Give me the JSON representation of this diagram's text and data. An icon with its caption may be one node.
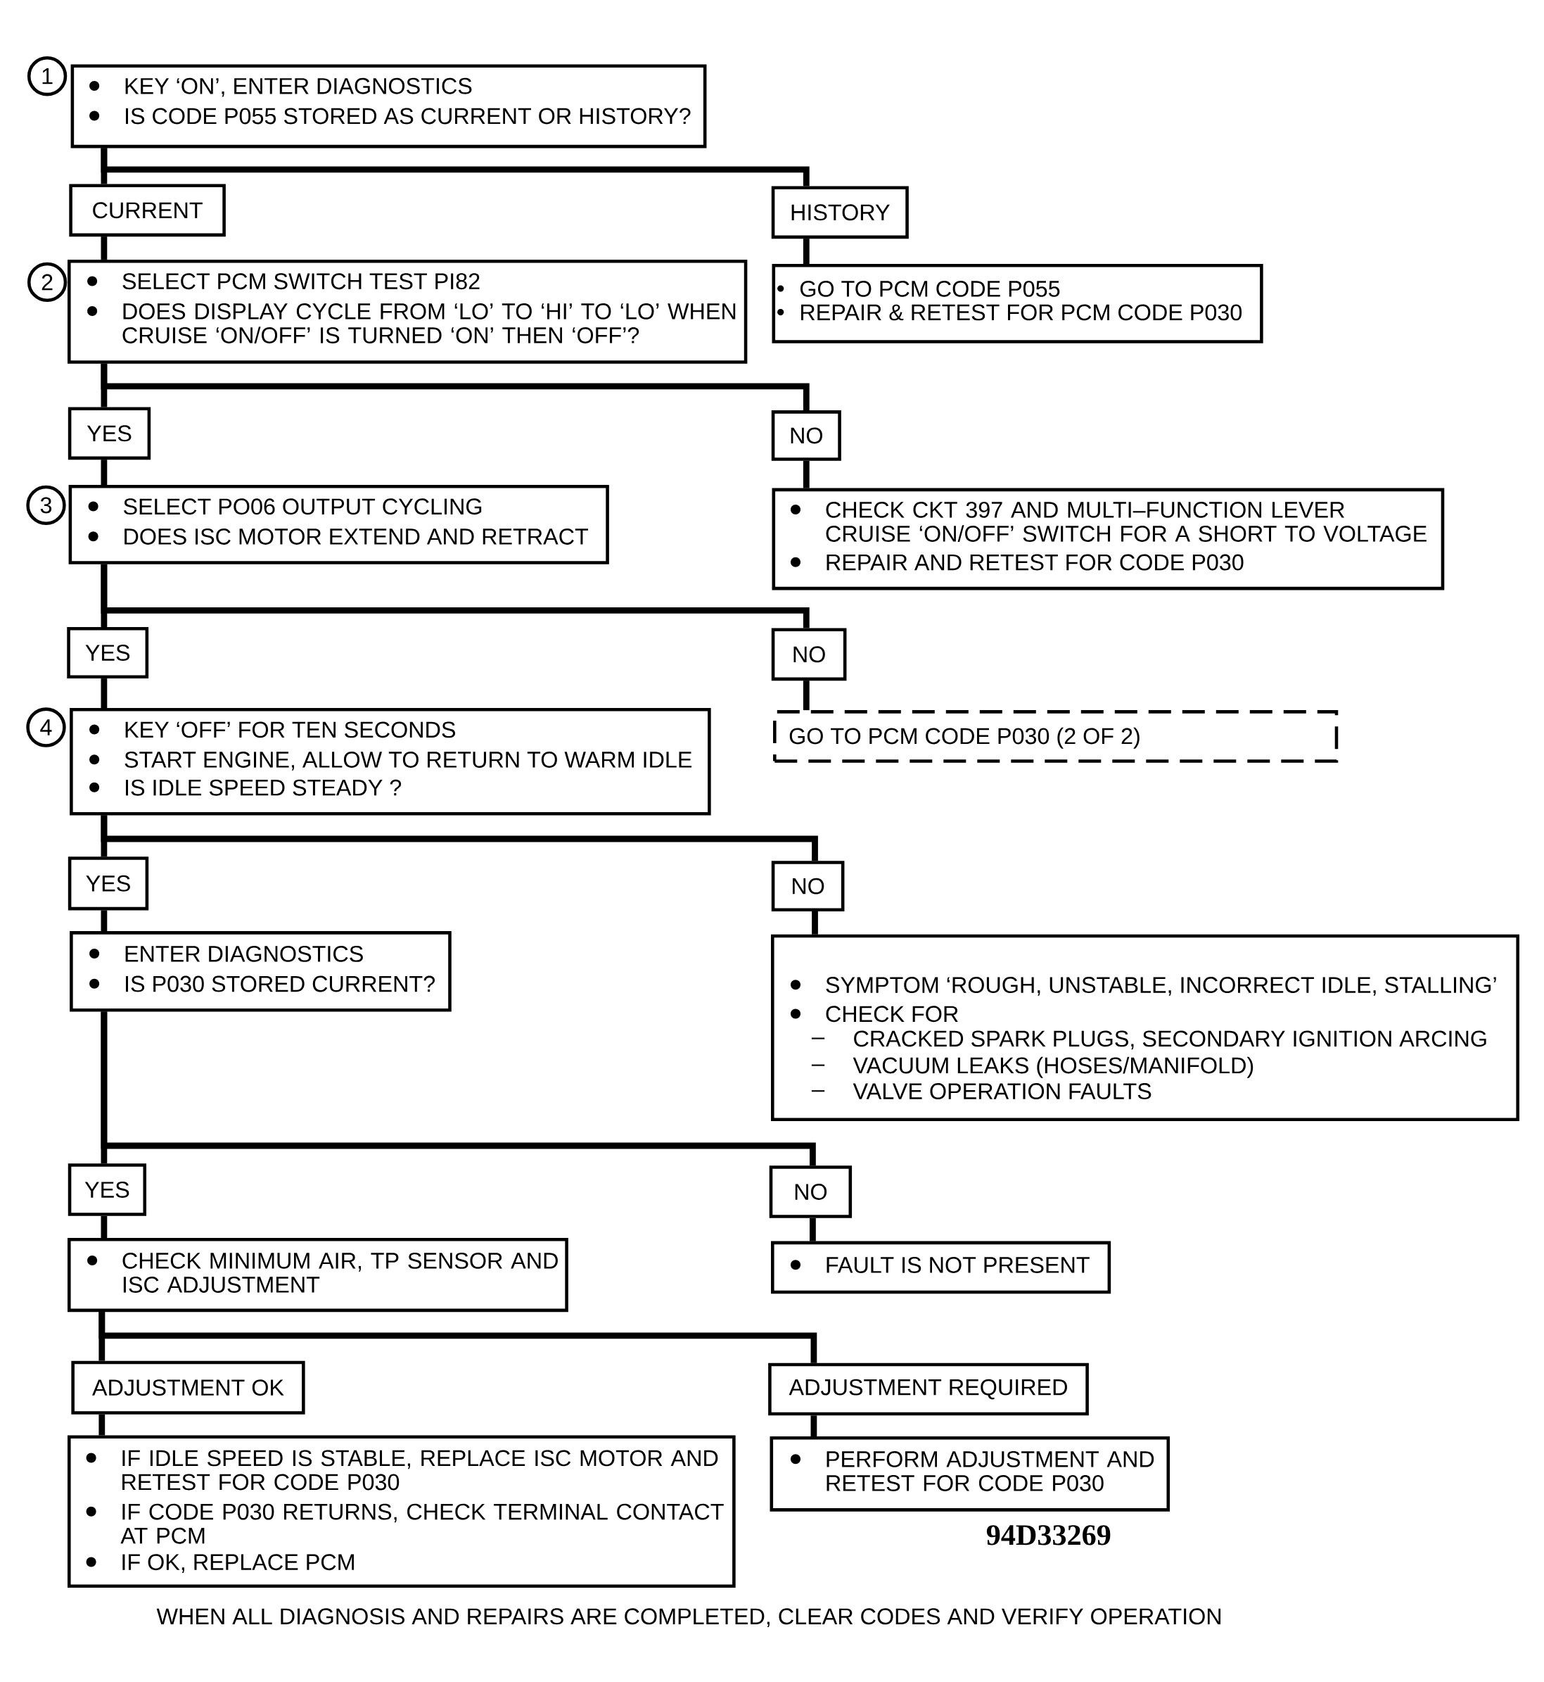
{
  "diagram": {
    "nodes": [
      {
        "text": [
          "1"
        ]
      },
      {
        "text": [
          "KEY ‘ON’, ENTER DIAGNOSTICS",
          "IS CODE P055 STORED AS CURRENT OR HISTORY?"
        ]
      },
      {
        "text": [
          "CURRENT"
        ]
      },
      {
        "text": [
          "HISTORY"
        ]
      },
      {
        "text": [
          "2"
        ]
      },
      {
        "text": [
          "SELECT PCM SWITCH TEST PI82",
          "DOES DISPLAY CYCLE FROM ‘LO’ TO ‘HI’ TO ‘LO’ WHEN CRUISE ‘ON/OFF’ IS TURNED ‘ON’ THEN ‘OFF’?"
        ]
      },
      {
        "text": [
          "GO TO PCM CODE P055",
          "REPAIR & RETEST FOR PCM CODE P030"
        ]
      },
      {
        "text": [
          "YES"
        ]
      },
      {
        "text": [
          "NO"
        ]
      },
      {
        "text": [
          "3"
        ]
      },
      {
        "text": [
          "SELECT PO06 OUTPUT CYCLING",
          "DOES ISC MOTOR EXTEND AND RETRACT"
        ]
      },
      {
        "text": [
          "CHECK CKT 397 AND MULTI–FUNCTION LEVER CRUISE ‘ON/OFF’ SWITCH FOR A SHORT TO VOLTAGE",
          "REPAIR AND RETEST FOR CODE P030"
        ]
      },
      {
        "text": [
          "YES"
        ]
      },
      {
        "text": [
          "NO"
        ]
      },
      {
        "text": [
          "4"
        ]
      },
      {
        "text": [
          "KEY ‘OFF’ FOR TEN SECONDS",
          "START ENGINE, ALLOW TO RETURN TO WARM IDLE",
          "IS IDLE SPEED STEADY ?"
        ]
      },
      {
        "text": [
          "GO TO PCM CODE P030 (2 OF 2)"
        ]
      },
      {
        "text": [
          "YES"
        ]
      },
      {
        "text": [
          "NO"
        ]
      },
      {
        "text": [
          "ENTER DIAGNOSTICS",
          "IS P030 STORED CURRENT?"
        ]
      },
      {
        "text": [
          "SYMPTOM ‘ROUGH, UNSTABLE, INCORRECT IDLE, STALLING’",
          "CHECK FOR",
          "CRACKED SPARK PLUGS, SECONDARY IGNITION ARCING",
          "VACUUM LEAKS (HOSES/MANIFOLD)",
          "VALVE OPERATION FAULTS"
        ]
      },
      {
        "text": [
          "YES"
        ]
      },
      {
        "text": [
          "NO"
        ]
      },
      {
        "text": [
          "CHECK MINIMUM AIR, TP SENSOR AND ISC ADJUSTMENT"
        ]
      },
      {
        "text": [
          "FAULT IS NOT PRESENT"
        ]
      },
      {
        "text": [
          "ADJUSTMENT OK"
        ]
      },
      {
        "text": [
          "ADJUSTMENT REQUIRED"
        ]
      },
      {
        "text": [
          "IF IDLE SPEED IS STABLE, REPLACE ISC MOTOR AND RETEST FOR CODE P030",
          "IF CODE P030 RETURNS, CHECK TERMINAL CONTACT AT PCM",
          "IF OK, REPLACE PCM"
        ]
      },
      {
        "text": [
          "PERFORM ADJUSTMENT AND RETEST FOR CODE P030"
        ]
      }
    ],
    "edges": [
      {
        "from": 1,
        "to": 2,
        "arrow": "none"
      },
      {
        "from": 1,
        "to": 3,
        "arrow": "none"
      },
      {
        "from": 2,
        "to": 5,
        "arrow": "none"
      },
      {
        "from": 3,
        "to": 6,
        "arrow": "none"
      },
      {
        "from": 5,
        "to": 7,
        "arrow": "none"
      },
      {
        "from": 5,
        "to": 8,
        "arrow": "none"
      },
      {
        "from": 7,
        "to": 10,
        "arrow": "none"
      },
      {
        "from": 8,
        "to": 11,
        "arrow": "none"
      },
      {
        "from": 10,
        "to": 12,
        "arrow": "none"
      },
      {
        "from": 10,
        "to": 13,
        "arrow": "none"
      },
      {
        "from": 12,
        "to": 15,
        "arrow": "none"
      },
      {
        "from": 13,
        "to": 16,
        "arrow": "none"
      },
      {
        "from": 15,
        "to": 17,
        "arrow": "none"
      },
      {
        "from": 15,
        "to": 18,
        "arrow": "none"
      },
      {
        "from": 17,
        "to": 19,
        "arrow": "none"
      },
      {
        "from": 18,
        "to": 20,
        "arrow": "none"
      },
      {
        "from": 19,
        "to": 21,
        "arrow": "none"
      },
      {
        "from": 19,
        "to": 22,
        "arrow": "none"
      },
      {
        "from": 21,
        "to": 23,
        "arrow": "none"
      },
      {
        "from": 22,
        "to": 24,
        "arrow": "none"
      },
      {
        "from": 23,
        "to": 25,
        "arrow": "none"
      },
      {
        "from": 23,
        "to": 26,
        "arrow": "none"
      },
      {
        "from": 25,
        "to": 27,
        "arrow": "none"
      },
      {
        "from": 26,
        "to": 28,
        "arrow": "none"
      }
    ],
    "labels": [
      "94D33269",
      "WHEN ALL DIAGNOSIS AND REPAIRS ARE COMPLETED, CLEAR CODES AND VERIFY OPERATION"
    ]
  }
}
